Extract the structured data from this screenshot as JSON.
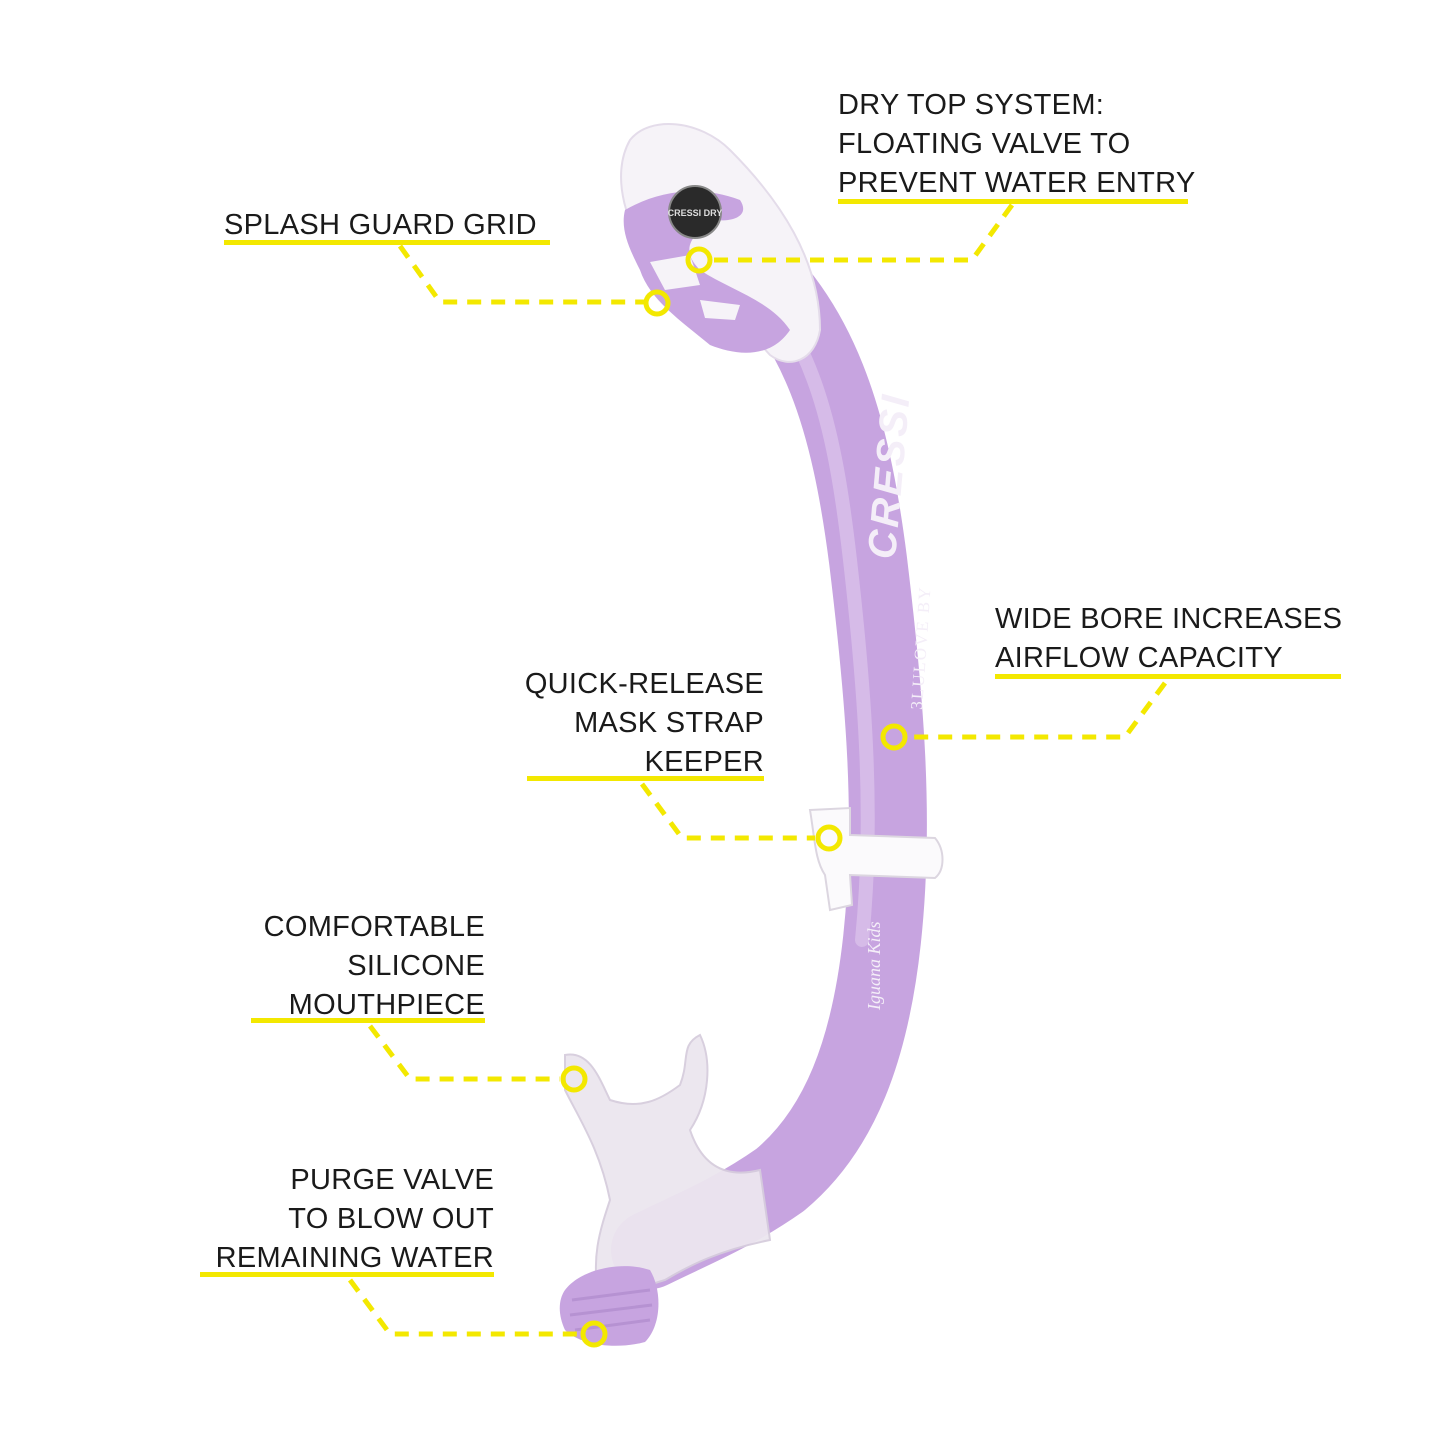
{
  "colors": {
    "accent": "#f3e800",
    "tube": "#c7a4e0",
    "white_part": "#f6f3f8",
    "clear_part": "#ece6ef"
  },
  "product": {
    "brand": "CRESSI",
    "model_text": "3LULOVE BY",
    "graphic_text": "Iguana Kids",
    "valve_badge": "CRESSI DRY"
  },
  "callouts": [
    {
      "id": "dry-top",
      "lines": [
        "DRY TOP SYSTEM:",
        "FLOATING VALVE TO",
        "PREVENT WATER ENTRY"
      ]
    },
    {
      "id": "splash-guard",
      "lines": [
        "SPLASH GUARD GRID"
      ]
    },
    {
      "id": "wide-bore",
      "lines": [
        "WIDE BORE INCREASES",
        "AIRFLOW CAPACITY"
      ]
    },
    {
      "id": "strap-keeper",
      "lines": [
        "QUICK-RELEASE",
        "MASK STRAP",
        "KEEPER"
      ]
    },
    {
      "id": "mouthpiece",
      "lines": [
        "COMFORTABLE",
        "SILICONE",
        "MOUTHPIECE"
      ]
    },
    {
      "id": "purge-valve",
      "lines": [
        "PURGE VALVE",
        "TO BLOW OUT",
        "REMAINING WATER"
      ]
    }
  ]
}
